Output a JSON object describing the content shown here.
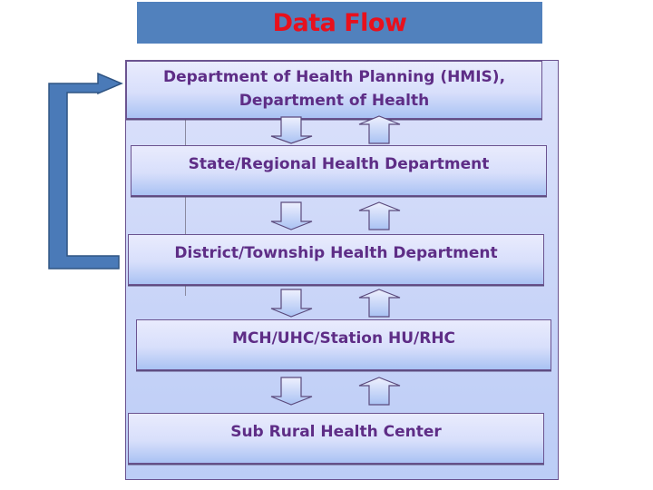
{
  "header": {
    "title": "Data Flow"
  },
  "diagram": {
    "levels": [
      {
        "label": "Department of Health Planning (HMIS), Department of Health",
        "line1": "Department of Health Planning (HMIS),",
        "line2": "Department of Health"
      },
      {
        "label": "State/Regional Health Department"
      },
      {
        "label": "District/Township Health Department"
      },
      {
        "label": "MCH/UHC/Station HU/RHC"
      },
      {
        "label": "Sub Rural Health Center"
      }
    ],
    "connectors": [
      {
        "between": [
          0,
          1
        ],
        "down": "down-arrow-icon",
        "up": "up-arrow-icon"
      },
      {
        "between": [
          1,
          2
        ],
        "down": "down-arrow-icon",
        "up": "up-arrow-icon"
      },
      {
        "between": [
          2,
          3
        ],
        "down": "down-arrow-icon",
        "up": "up-arrow-icon"
      },
      {
        "between": [
          3,
          4
        ],
        "down": "down-arrow-icon",
        "up": "up-arrow-icon"
      }
    ],
    "feedback_loop": {
      "from": "District/Township Health Department",
      "to": "Department of Health Planning (HMIS), Department of Health",
      "icon": "elbow-arrow-icon"
    },
    "colors": {
      "title_bar": "#5181bd",
      "title_text": "#e8101c",
      "box_text": "#5e2d86",
      "box_border": "#6b5390",
      "feedback_arrow": "#4a7ab8"
    }
  }
}
